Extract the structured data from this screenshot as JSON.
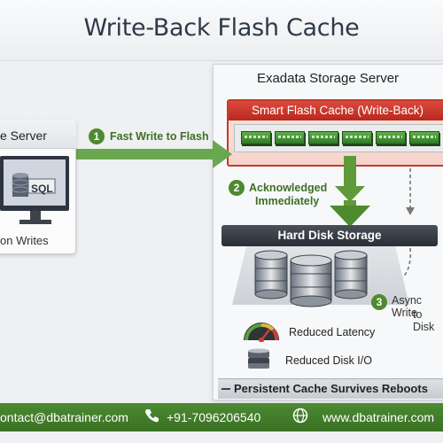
{
  "title": "Write-Back Flash Cache",
  "storage_server": {
    "title": "Exadata Storage Server",
    "flash_cache_title": "Smart Flash Cache (Write-Back)",
    "hard_disk_title": "Hard Disk Storage"
  },
  "app_server": {
    "title": "e Server",
    "sql_label": "SQL",
    "caption": "on Writes"
  },
  "steps": [
    {
      "number": "1",
      "label": "Fast Write to Flash"
    },
    {
      "number": "2",
      "line1": "Acknowledged",
      "line2": "Immediately"
    },
    {
      "number": "3",
      "line1": "Async Write",
      "line2": "to Disk"
    }
  ],
  "benefits": {
    "latency": "Reduced Latency",
    "disk_io": "Reduced Disk I/O",
    "persistent": "Persistent Cache Survives Reboots"
  },
  "footer": {
    "email": "ontact@dbatrainer.com",
    "phone": "+91-7096206540",
    "website": "www.dbatrainer.com"
  },
  "colors": {
    "accent_green": "#4e8a2e",
    "flash_red": "#c6392e",
    "disk_dark": "#2f343b"
  }
}
